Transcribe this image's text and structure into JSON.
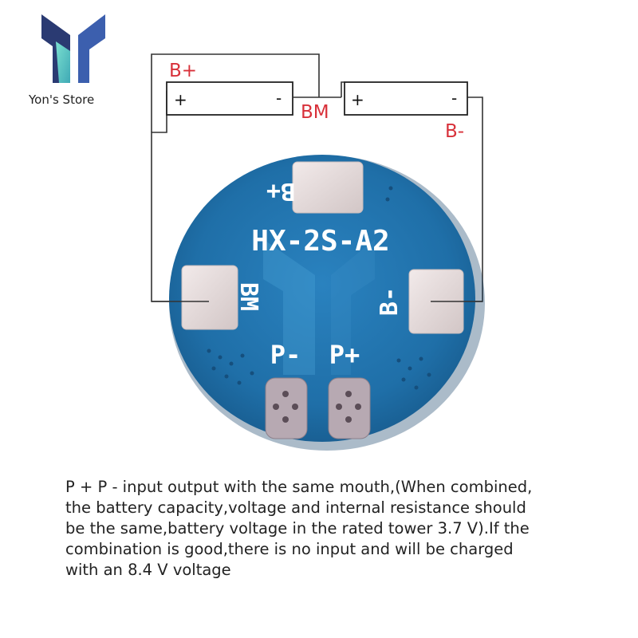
{
  "store": {
    "name": "Yon's Store"
  },
  "diagram": {
    "labels": {
      "b_plus": "B+",
      "bm": "BM",
      "b_minus": "B-"
    },
    "battery_terminals": {
      "plus": "+",
      "minus": "-"
    },
    "board": {
      "model": "HX-2S-A2",
      "pad_b_plus": "B+",
      "pad_bm": "BM",
      "pad_b_minus": "B-",
      "pad_p_minus": "P-",
      "pad_p_plus": "P+"
    }
  },
  "description": {
    "lines": [
      "P + P - input output with the same mouth,(When combined,",
      "the battery capacity,voltage and internal resistance should",
      "be the same,battery voltage in the rated tower 3.7 V).If the",
      "combination is good,there is no input and will be charged",
      "with an 8.4 V voltage"
    ]
  },
  "colors": {
    "pcb_blue": "#1f6fa8",
    "pad_silver": "#e6dede",
    "label_red": "#d8313a",
    "logo_navy": "#2a3a72",
    "logo_teal": "#5fd3c3"
  }
}
